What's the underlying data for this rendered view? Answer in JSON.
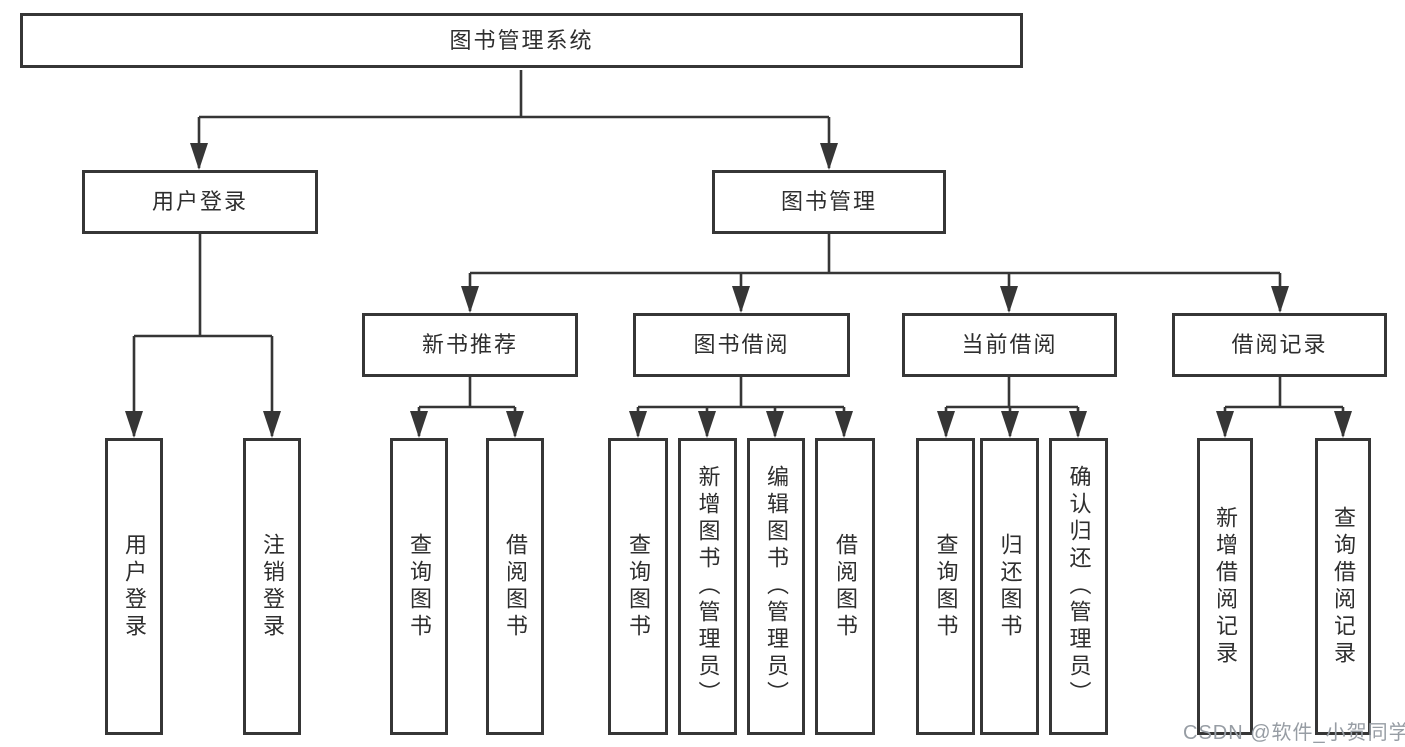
{
  "diagram_title": "图书管理系统",
  "colors": {
    "line": "#363636",
    "box_border": "#363636",
    "box_background": "#ffffff",
    "text": "#2e2e2e",
    "watermark": "#979da4"
  },
  "watermark": {
    "text": "CSDN @软件_小贺同学"
  },
  "nodes": {
    "root": {
      "label": "图书管理系统"
    },
    "user_login": {
      "label": "用户登录"
    },
    "book_mgmt": {
      "label": "图书管理"
    },
    "new_book": {
      "label": "新书推荐"
    },
    "book_borrow": {
      "label": "图书借阅"
    },
    "current_borrow": {
      "label": "当前借阅"
    },
    "borrow_record": {
      "label": "借阅记录"
    },
    "leaf_login": {
      "label": "用户登录"
    },
    "leaf_logout": {
      "label": "注销登录"
    },
    "nb_query": {
      "label": "查询图书"
    },
    "nb_borrow": {
      "label": "借阅图书"
    },
    "bb_query": {
      "label": "查询图书"
    },
    "bb_add": {
      "label": "新增图书（管理员）"
    },
    "bb_edit": {
      "label": "编辑图书（管理员）"
    },
    "bb_borrow": {
      "label": "借阅图书"
    },
    "cb_query": {
      "label": "查询图书"
    },
    "cb_return": {
      "label": "归还图书"
    },
    "cb_confirm": {
      "label": "确认归还（管理员）"
    },
    "br_add": {
      "label": "新增借阅记录"
    },
    "br_query": {
      "label": "查询借阅记录"
    }
  },
  "hierarchy": {
    "图书管理系统": {
      "用户登录": [
        "用户登录",
        "注销登录"
      ],
      "图书管理": {
        "新书推荐": [
          "查询图书",
          "借阅图书"
        ],
        "图书借阅": [
          "查询图书",
          "新增图书（管理员）",
          "编辑图书（管理员）",
          "借阅图书"
        ],
        "当前借阅": [
          "查询图书",
          "归还图书",
          "确认归还（管理员）"
        ],
        "借阅记录": [
          "新增借阅记录",
          "查询借阅记录"
        ]
      }
    }
  }
}
